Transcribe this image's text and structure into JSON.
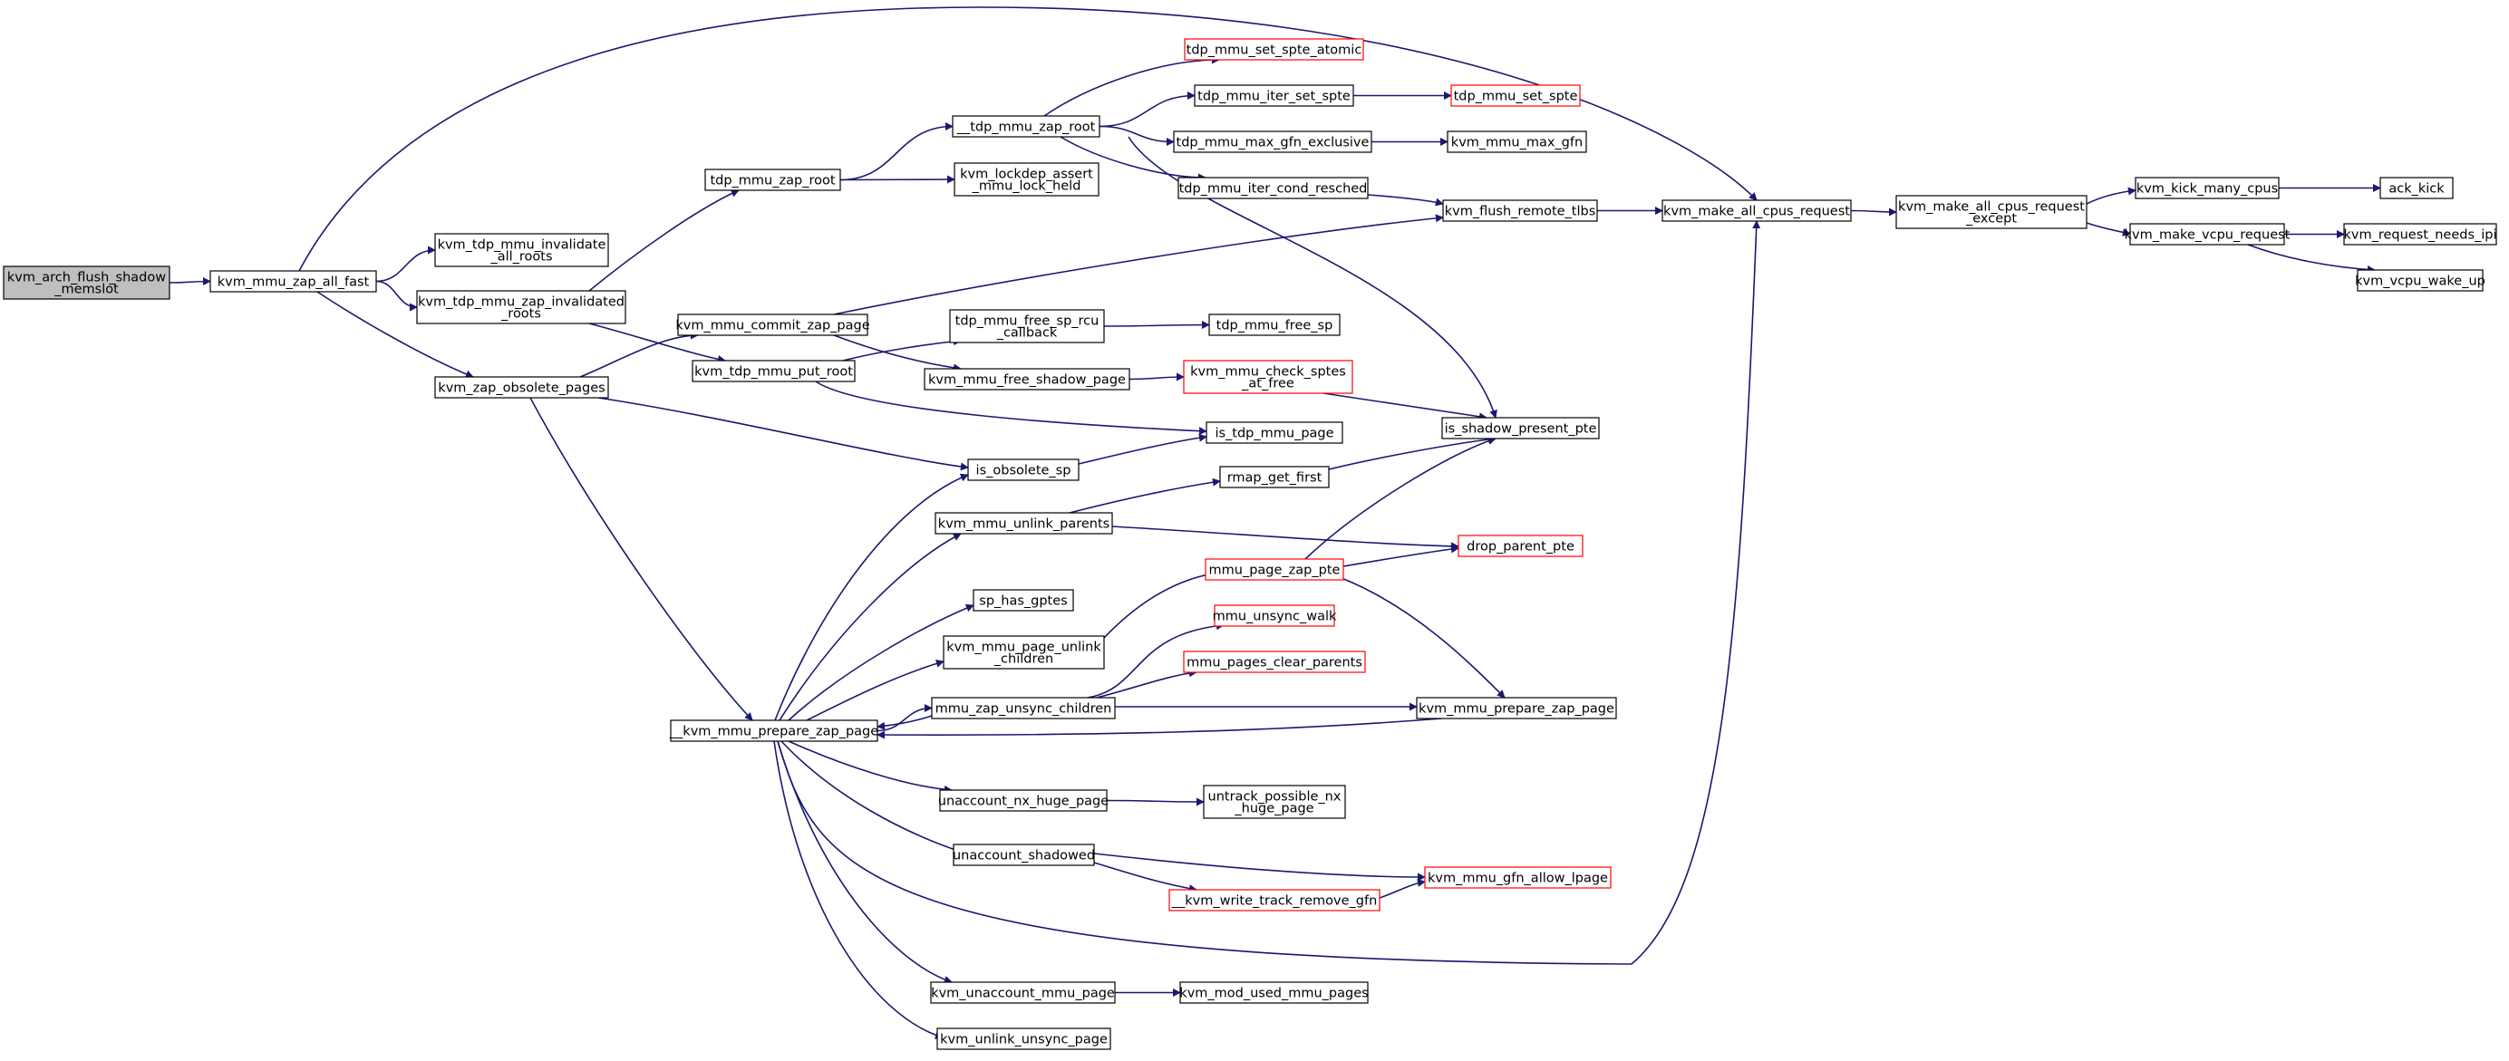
{
  "diagram": {
    "colors": {
      "edge": "#191970",
      "root_fill": "#bfbfbf",
      "node_fill": "#ffffff",
      "node_border": "#000000",
      "truncated_border": "#ff0000"
    },
    "nodes": [
      {
        "id": "kvm_arch_flush_shadow_memslot",
        "lines": [
          "kvm_arch_flush_shadow",
          "_memslot"
        ],
        "root": true
      },
      {
        "id": "kvm_mmu_zap_all_fast",
        "lines": [
          "kvm_mmu_zap_all_fast"
        ]
      },
      {
        "id": "kvm_tdp_mmu_invalidate_all_roots",
        "lines": [
          "kvm_tdp_mmu_invalidate",
          "_all_roots"
        ]
      },
      {
        "id": "kvm_tdp_mmu_zap_invalidated_roots",
        "lines": [
          "kvm_tdp_mmu_zap_invalidated",
          "_roots"
        ]
      },
      {
        "id": "kvm_zap_obsolete_pages",
        "lines": [
          "kvm_zap_obsolete_pages"
        ]
      },
      {
        "id": "tdp_mmu_zap_root",
        "lines": [
          "tdp_mmu_zap_root"
        ]
      },
      {
        "id": "__tdp_mmu_zap_root",
        "lines": [
          "__tdp_mmu_zap_root"
        ]
      },
      {
        "id": "kvm_lockdep_assert_mmu_lock_held",
        "lines": [
          "kvm_lockdep_assert",
          "_mmu_lock_held"
        ]
      },
      {
        "id": "tdp_mmu_set_spte_atomic",
        "lines": [
          "tdp_mmu_set_spte_atomic"
        ],
        "truncated": true
      },
      {
        "id": "tdp_mmu_iter_set_spte",
        "lines": [
          "tdp_mmu_iter_set_spte"
        ]
      },
      {
        "id": "tdp_mmu_set_spte",
        "lines": [
          "tdp_mmu_set_spte"
        ],
        "truncated": true
      },
      {
        "id": "tdp_mmu_max_gfn_exclusive",
        "lines": [
          "tdp_mmu_max_gfn_exclusive"
        ]
      },
      {
        "id": "kvm_mmu_max_gfn",
        "lines": [
          "kvm_mmu_max_gfn"
        ]
      },
      {
        "id": "tdp_mmu_iter_cond_resched",
        "lines": [
          "tdp_mmu_iter_cond_resched"
        ]
      },
      {
        "id": "kvm_flush_remote_tlbs",
        "lines": [
          "kvm_flush_remote_tlbs"
        ]
      },
      {
        "id": "kvm_make_all_cpus_request",
        "lines": [
          "kvm_make_all_cpus_request"
        ]
      },
      {
        "id": "kvm_make_all_cpus_request_except",
        "lines": [
          "kvm_make_all_cpus_request",
          "_except"
        ]
      },
      {
        "id": "kvm_kick_many_cpus",
        "lines": [
          "kvm_kick_many_cpus"
        ]
      },
      {
        "id": "ack_kick",
        "lines": [
          "ack_kick"
        ]
      },
      {
        "id": "kvm_make_vcpu_request",
        "lines": [
          "kvm_make_vcpu_request"
        ]
      },
      {
        "id": "kvm_request_needs_ipi",
        "lines": [
          "kvm_request_needs_ipi"
        ]
      },
      {
        "id": "kvm_vcpu_wake_up",
        "lines": [
          "kvm_vcpu_wake_up"
        ]
      },
      {
        "id": "kvm_mmu_commit_zap_page",
        "lines": [
          "kvm_mmu_commit_zap_page"
        ]
      },
      {
        "id": "kvm_tdp_mmu_put_root",
        "lines": [
          "kvm_tdp_mmu_put_root"
        ]
      },
      {
        "id": "tdp_mmu_free_sp_rcu_callback",
        "lines": [
          "tdp_mmu_free_sp_rcu",
          "_callback"
        ]
      },
      {
        "id": "tdp_mmu_free_sp",
        "lines": [
          "tdp_mmu_free_sp"
        ]
      },
      {
        "id": "kvm_mmu_free_shadow_page",
        "lines": [
          "kvm_mmu_free_shadow_page"
        ]
      },
      {
        "id": "kvm_mmu_check_sptes_at_free",
        "lines": [
          "kvm_mmu_check_sptes",
          "_at_free"
        ],
        "truncated": true
      },
      {
        "id": "is_tdp_mmu_page",
        "lines": [
          "is_tdp_mmu_page"
        ]
      },
      {
        "id": "is_shadow_present_pte",
        "lines": [
          "is_shadow_present_pte"
        ]
      },
      {
        "id": "is_obsolete_sp",
        "lines": [
          "is_obsolete_sp"
        ]
      },
      {
        "id": "rmap_get_first",
        "lines": [
          "rmap_get_first"
        ]
      },
      {
        "id": "kvm_mmu_unlink_parents",
        "lines": [
          "kvm_mmu_unlink_parents"
        ]
      },
      {
        "id": "drop_parent_pte",
        "lines": [
          "drop_parent_pte"
        ],
        "truncated": true
      },
      {
        "id": "mmu_page_zap_pte",
        "lines": [
          "mmu_page_zap_pte"
        ],
        "truncated": true
      },
      {
        "id": "sp_has_gptes",
        "lines": [
          "sp_has_gptes"
        ]
      },
      {
        "id": "mmu_unsync_walk",
        "lines": [
          "mmu_unsync_walk"
        ],
        "truncated": true
      },
      {
        "id": "kvm_mmu_page_unlink_children",
        "lines": [
          "kvm_mmu_page_unlink",
          "_children"
        ]
      },
      {
        "id": "mmu_pages_clear_parents",
        "lines": [
          "mmu_pages_clear_parents"
        ],
        "truncated": true
      },
      {
        "id": "mmu_zap_unsync_children",
        "lines": [
          "mmu_zap_unsync_children"
        ]
      },
      {
        "id": "kvm_mmu_prepare_zap_page",
        "lines": [
          "kvm_mmu_prepare_zap_page"
        ]
      },
      {
        "id": "__kvm_mmu_prepare_zap_page",
        "lines": [
          "__kvm_mmu_prepare_zap_page"
        ]
      },
      {
        "id": "unaccount_nx_huge_page",
        "lines": [
          "unaccount_nx_huge_page"
        ]
      },
      {
        "id": "untrack_possible_nx_huge_page",
        "lines": [
          "untrack_possible_nx",
          "_huge_page"
        ]
      },
      {
        "id": "unaccount_shadowed",
        "lines": [
          "unaccount_shadowed"
        ]
      },
      {
        "id": "kvm_mmu_gfn_allow_lpage",
        "lines": [
          "kvm_mmu_gfn_allow_lpage"
        ],
        "truncated": true
      },
      {
        "id": "__kvm_write_track_remove_gfn",
        "lines": [
          "__kvm_write_track_remove_gfn"
        ],
        "truncated": true
      },
      {
        "id": "kvm_unaccount_mmu_page",
        "lines": [
          "kvm_unaccount_mmu_page"
        ]
      },
      {
        "id": "kvm_mod_used_mmu_pages",
        "lines": [
          "kvm_mod_used_mmu_pages"
        ]
      },
      {
        "id": "kvm_unlink_unsync_page",
        "lines": [
          "kvm_unlink_unsync_page"
        ]
      }
    ],
    "edges": [
      [
        "kvm_arch_flush_shadow_memslot",
        "kvm_mmu_zap_all_fast"
      ],
      [
        "kvm_mmu_zap_all_fast",
        "kvm_make_all_cpus_request"
      ],
      [
        "kvm_mmu_zap_all_fast",
        "kvm_tdp_mmu_invalidate_all_roots"
      ],
      [
        "kvm_mmu_zap_all_fast",
        "kvm_tdp_mmu_zap_invalidated_roots"
      ],
      [
        "kvm_mmu_zap_all_fast",
        "kvm_zap_obsolete_pages"
      ],
      [
        "kvm_tdp_mmu_zap_invalidated_roots",
        "tdp_mmu_zap_root"
      ],
      [
        "kvm_tdp_mmu_zap_invalidated_roots",
        "kvm_tdp_mmu_put_root"
      ],
      [
        "tdp_mmu_zap_root",
        "__tdp_mmu_zap_root"
      ],
      [
        "tdp_mmu_zap_root",
        "kvm_lockdep_assert_mmu_lock_held"
      ],
      [
        "__tdp_mmu_zap_root",
        "tdp_mmu_set_spte_atomic"
      ],
      [
        "__tdp_mmu_zap_root",
        "tdp_mmu_iter_set_spte"
      ],
      [
        "__tdp_mmu_zap_root",
        "tdp_mmu_max_gfn_exclusive"
      ],
      [
        "__tdp_mmu_zap_root",
        "tdp_mmu_iter_cond_resched"
      ],
      [
        "__tdp_mmu_zap_root",
        "is_shadow_present_pte"
      ],
      [
        "tdp_mmu_iter_set_spte",
        "tdp_mmu_set_spte"
      ],
      [
        "tdp_mmu_max_gfn_exclusive",
        "kvm_mmu_max_gfn"
      ],
      [
        "tdp_mmu_iter_cond_resched",
        "kvm_flush_remote_tlbs"
      ],
      [
        "kvm_flush_remote_tlbs",
        "kvm_make_all_cpus_request"
      ],
      [
        "kvm_make_all_cpus_request",
        "kvm_make_all_cpus_request_except"
      ],
      [
        "kvm_make_all_cpus_request_except",
        "kvm_kick_many_cpus"
      ],
      [
        "kvm_make_all_cpus_request_except",
        "kvm_make_vcpu_request"
      ],
      [
        "kvm_kick_many_cpus",
        "ack_kick"
      ],
      [
        "kvm_make_vcpu_request",
        "kvm_request_needs_ipi"
      ],
      [
        "kvm_make_vcpu_request",
        "kvm_vcpu_wake_up"
      ],
      [
        "kvm_zap_obsolete_pages",
        "kvm_mmu_commit_zap_page"
      ],
      [
        "kvm_zap_obsolete_pages",
        "is_obsolete_sp"
      ],
      [
        "kvm_zap_obsolete_pages",
        "__kvm_mmu_prepare_zap_page"
      ],
      [
        "kvm_mmu_commit_zap_page",
        "kvm_flush_remote_tlbs"
      ],
      [
        "kvm_mmu_commit_zap_page",
        "kvm_mmu_free_shadow_page"
      ],
      [
        "kvm_tdp_mmu_put_root",
        "tdp_mmu_free_sp_rcu_callback"
      ],
      [
        "kvm_tdp_mmu_put_root",
        "is_tdp_mmu_page"
      ],
      [
        "tdp_mmu_free_sp_rcu_callback",
        "tdp_mmu_free_sp"
      ],
      [
        "kvm_mmu_free_shadow_page",
        "kvm_mmu_check_sptes_at_free"
      ],
      [
        "kvm_mmu_check_sptes_at_free",
        "is_shadow_present_pte"
      ],
      [
        "is_obsolete_sp",
        "is_tdp_mmu_page"
      ],
      [
        "rmap_get_first",
        "is_shadow_present_pte"
      ],
      [
        "kvm_mmu_unlink_parents",
        "rmap_get_first"
      ],
      [
        "kvm_mmu_unlink_parents",
        "drop_parent_pte"
      ],
      [
        "mmu_page_zap_pte",
        "is_shadow_present_pte"
      ],
      [
        "mmu_page_zap_pte",
        "drop_parent_pte"
      ],
      [
        "mmu_page_zap_pte",
        "kvm_mmu_prepare_zap_page"
      ],
      [
        "kvm_mmu_page_unlink_children",
        "mmu_page_zap_pte"
      ],
      [
        "mmu_zap_unsync_children",
        "mmu_unsync_walk"
      ],
      [
        "mmu_zap_unsync_children",
        "mmu_pages_clear_parents"
      ],
      [
        "mmu_zap_unsync_children",
        "kvm_mmu_prepare_zap_page"
      ],
      [
        "mmu_zap_unsync_children",
        "__kvm_mmu_prepare_zap_page"
      ],
      [
        "kvm_mmu_prepare_zap_page",
        "__kvm_mmu_prepare_zap_page"
      ],
      [
        "__kvm_mmu_prepare_zap_page",
        "is_obsolete_sp"
      ],
      [
        "__kvm_mmu_prepare_zap_page",
        "kvm_mmu_unlink_parents"
      ],
      [
        "__kvm_mmu_prepare_zap_page",
        "sp_has_gptes"
      ],
      [
        "__kvm_mmu_prepare_zap_page",
        "kvm_mmu_page_unlink_children"
      ],
      [
        "__kvm_mmu_prepare_zap_page",
        "mmu_zap_unsync_children"
      ],
      [
        "__kvm_mmu_prepare_zap_page",
        "unaccount_nx_huge_page"
      ],
      [
        "__kvm_mmu_prepare_zap_page",
        "unaccount_shadowed"
      ],
      [
        "__kvm_mmu_prepare_zap_page",
        "kvm_make_all_cpus_request"
      ],
      [
        "__kvm_mmu_prepare_zap_page",
        "kvm_unaccount_mmu_page"
      ],
      [
        "__kvm_mmu_prepare_zap_page",
        "kvm_unlink_unsync_page"
      ],
      [
        "unaccount_nx_huge_page",
        "untrack_possible_nx_huge_page"
      ],
      [
        "unaccount_shadowed",
        "kvm_mmu_gfn_allow_lpage"
      ],
      [
        "unaccount_shadowed",
        "__kvm_write_track_remove_gfn"
      ],
      [
        "__kvm_write_track_remove_gfn",
        "kvm_mmu_gfn_allow_lpage"
      ],
      [
        "kvm_unaccount_mmu_page",
        "kvm_mod_used_mmu_pages"
      ]
    ]
  }
}
